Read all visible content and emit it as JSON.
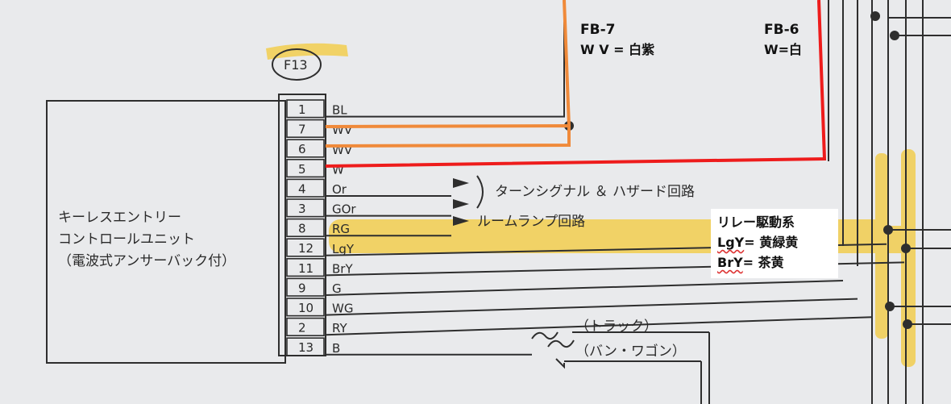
{
  "connector_id": "F13",
  "unit_label_lines": [
    "キーレスエントリー",
    "コントロールユニット",
    "（電波式アンサーバック付）"
  ],
  "pins": [
    {
      "num": "1",
      "wire": "BL"
    },
    {
      "num": "7",
      "wire": "WV"
    },
    {
      "num": "6",
      "wire": "WV"
    },
    {
      "num": "5",
      "wire": "W"
    },
    {
      "num": "4",
      "wire": "Or"
    },
    {
      "num": "3",
      "wire": "GOr"
    },
    {
      "num": "8",
      "wire": "RG"
    },
    {
      "num": "12",
      "wire": "LgY"
    },
    {
      "num": "11",
      "wire": "BrY"
    },
    {
      "num": "9",
      "wire": "G"
    },
    {
      "num": "10",
      "wire": "WG"
    },
    {
      "num": "2",
      "wire": "RY"
    },
    {
      "num": "13",
      "wire": "B"
    }
  ],
  "circuit_labels": {
    "turn_hazard": "ターンシグナル ＆ ハザード回路",
    "room_lamp": "ルームランプ回路",
    "truck": "（トラック）",
    "van_wagon": "（バン・ワゴン）"
  },
  "annotations": {
    "fb7_title": "FB-7",
    "fb7_desc": "W V = 白紫",
    "fb6_title": "FB-6",
    "fb6_desc": "W=白",
    "relay_title": "リレー駆動系",
    "lgy_code": "LgY",
    "lgy_meaning": "= 黄緑黄",
    "bry_code": "BrY",
    "bry_meaning": "= 茶黄"
  },
  "colors": {
    "paper": "#e9eaec",
    "line": "#2e2e2e",
    "red_annotation": "#ee1c1c",
    "orange_annotation": "#f08a3a",
    "highlighter": "#f3c93a"
  }
}
